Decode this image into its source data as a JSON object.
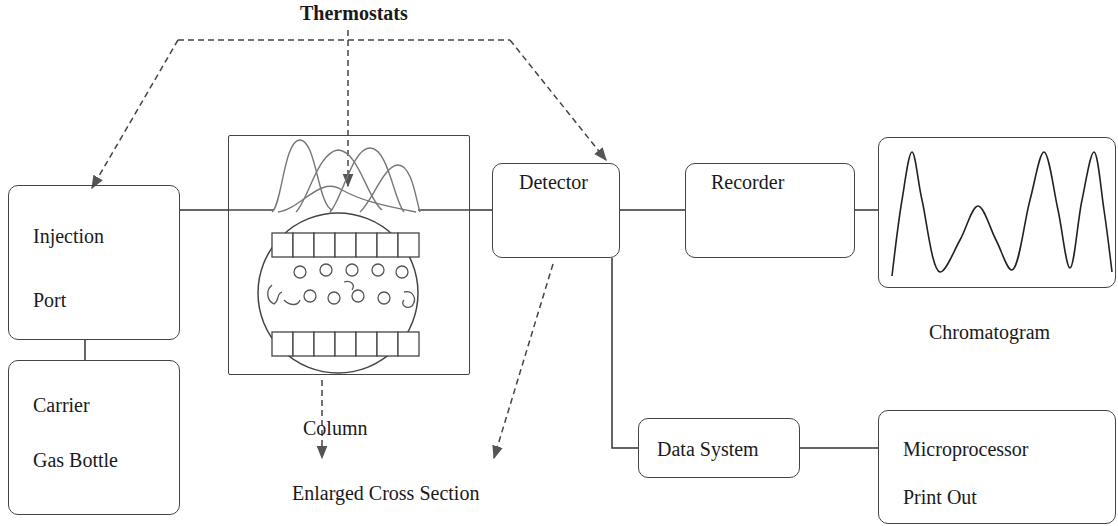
{
  "diagram": {
    "nodes": [
      {
        "text": [
          "Injection Port"
        ]
      },
      {
        "text": [
          "Carrier Gas Bottle"
        ]
      },
      {
        "text": [
          "Column"
        ]
      },
      {
        "text": [
          "Detector"
        ]
      },
      {
        "text": [
          "Recorder"
        ]
      },
      {
        "text": [
          "Chromatogram"
        ]
      },
      {
        "text": [
          "Data System"
        ]
      },
      {
        "text": [
          "Microprocessor Print Out"
        ]
      }
    ],
    "edges": [
      {
        "from": 0,
        "to": 2,
        "arrow": "none"
      },
      {
        "from": 2,
        "to": 3,
        "arrow": "none"
      },
      {
        "from": 3,
        "to": 4,
        "arrow": "none"
      },
      {
        "from": 4,
        "to": 5,
        "arrow": "none"
      },
      {
        "from": 0,
        "to": 1,
        "arrow": "none"
      },
      {
        "from": 3,
        "to": 6,
        "arrow": "none"
      },
      {
        "from": 6,
        "to": 7,
        "arrow": "none"
      }
    ],
    "labels": [
      "Thermostats",
      "Enlarged Cross Section"
    ]
  }
}
